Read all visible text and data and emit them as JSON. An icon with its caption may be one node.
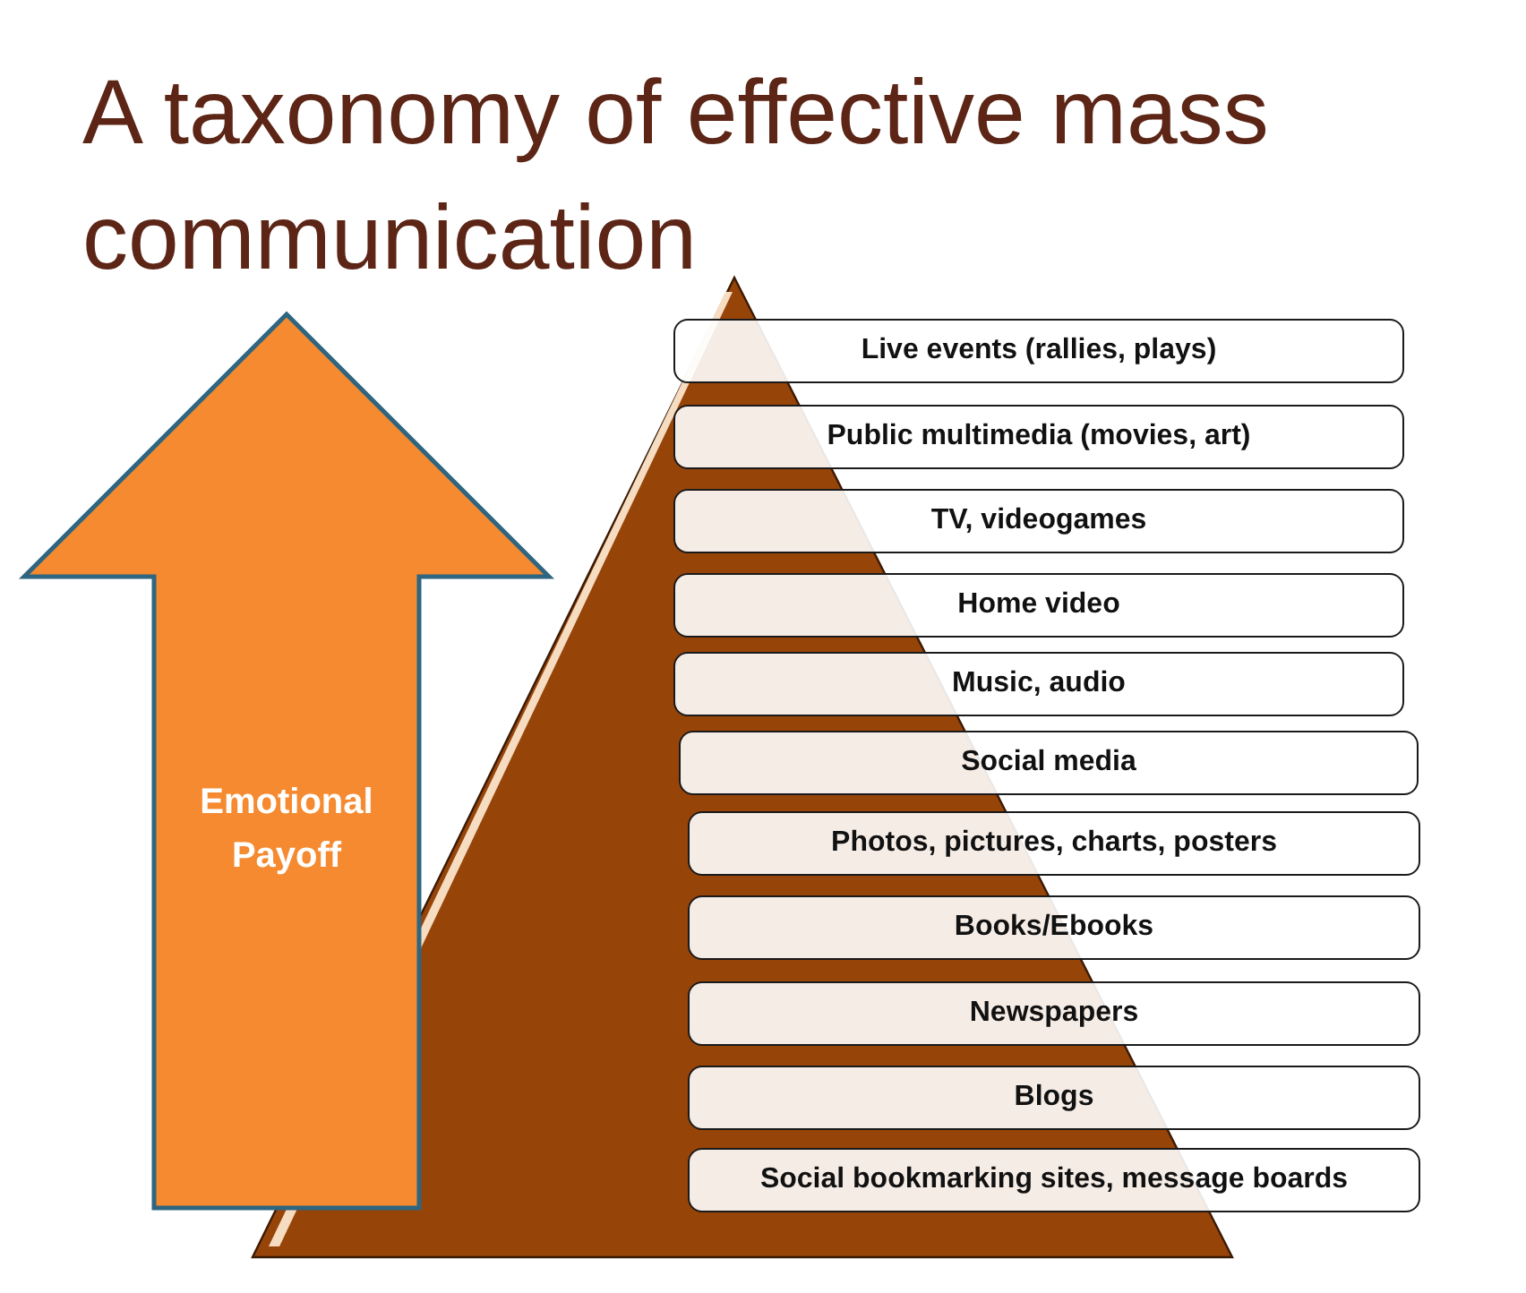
{
  "diagram": {
    "title": "A taxonomy of effective mass communication",
    "nodes": [
      {
        "text": [
          "Emotional Payoff"
        ]
      },
      {
        "text": [
          "Live events (rallies, plays)"
        ]
      },
      {
        "text": [
          "Public multimedia (movies, art)"
        ]
      },
      {
        "text": [
          "TV, videogames"
        ]
      },
      {
        "text": [
          "Home video"
        ]
      },
      {
        "text": [
          "Music, audio"
        ]
      },
      {
        "text": [
          "Social media"
        ]
      },
      {
        "text": [
          "Photos, pictures, charts, posters"
        ]
      },
      {
        "text": [
          "Books/Ebooks"
        ]
      },
      {
        "text": [
          "Newspapers"
        ]
      },
      {
        "text": [
          "Blogs"
        ]
      },
      {
        "text": [
          "Social bookmarking sites, message boards"
        ]
      }
    ]
  }
}
